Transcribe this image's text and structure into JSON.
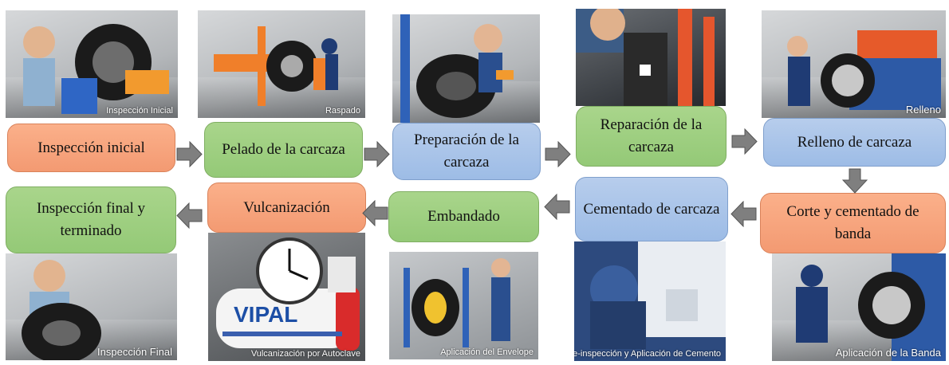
{
  "steps": {
    "inspeccion_inicial": "Inspección inicial",
    "pelado": "Pelado de la carcaza",
    "preparacion": "Preparación de la carcaza",
    "reparacion": "Reparación de la carcaza",
    "relleno": "Relleno de carcaza",
    "corte": "Corte y cementado de banda",
    "cementado": "Cementado de carcaza",
    "embandado": "Embandado",
    "vulcanizacion": "Vulcanización",
    "inspeccion_final": "Inspección final y terminado"
  },
  "photos": {
    "inspeccion_inicial": "Inspección Inicial",
    "raspado": "Raspado",
    "relleno": "Relleno",
    "inspeccion_final": "Inspección Final",
    "vulcanizacion": "Vulcanización por Autoclave",
    "envelope": "Aplicación del Envelope",
    "cemento": "Re-inspección y Aplicación de Cemento",
    "banda": "Aplicación de la Banda",
    "brand": "VIPAL"
  },
  "colors": {
    "orange": "#f6a37d",
    "green": "#9acd7e",
    "blue": "#a6c2e8",
    "arrow": "#7f7f7f"
  },
  "icons": {
    "arrow": "block-arrow-icon"
  }
}
